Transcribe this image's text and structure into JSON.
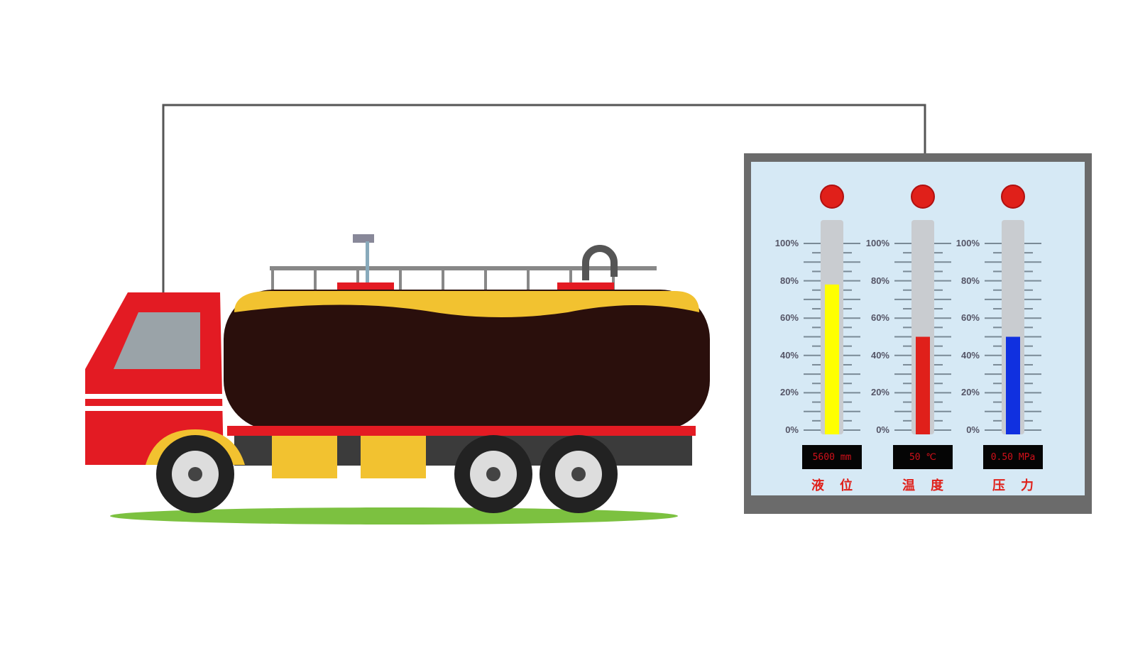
{
  "gauges": [
    {
      "name": "液位",
      "display": "5600 mm",
      "level_percent": 78,
      "color": "#ffff00"
    },
    {
      "name": "温度",
      "display": "50 ℃",
      "level_percent": 50,
      "color": "#e0201a"
    },
    {
      "name": "压力",
      "display": "0.50 MPa",
      "level_percent": 50,
      "color": "#1030e0"
    }
  ],
  "scale": [
    "100%",
    "80%",
    "60%",
    "40%",
    "20%",
    "0%"
  ],
  "colors": {
    "truck": "#e31b23",
    "tank": "#2a0f0c",
    "tank_top": "#f2c230",
    "panel": "#d6e9f5",
    "frame": "#6b6b6b",
    "ground": "#7cc140"
  }
}
